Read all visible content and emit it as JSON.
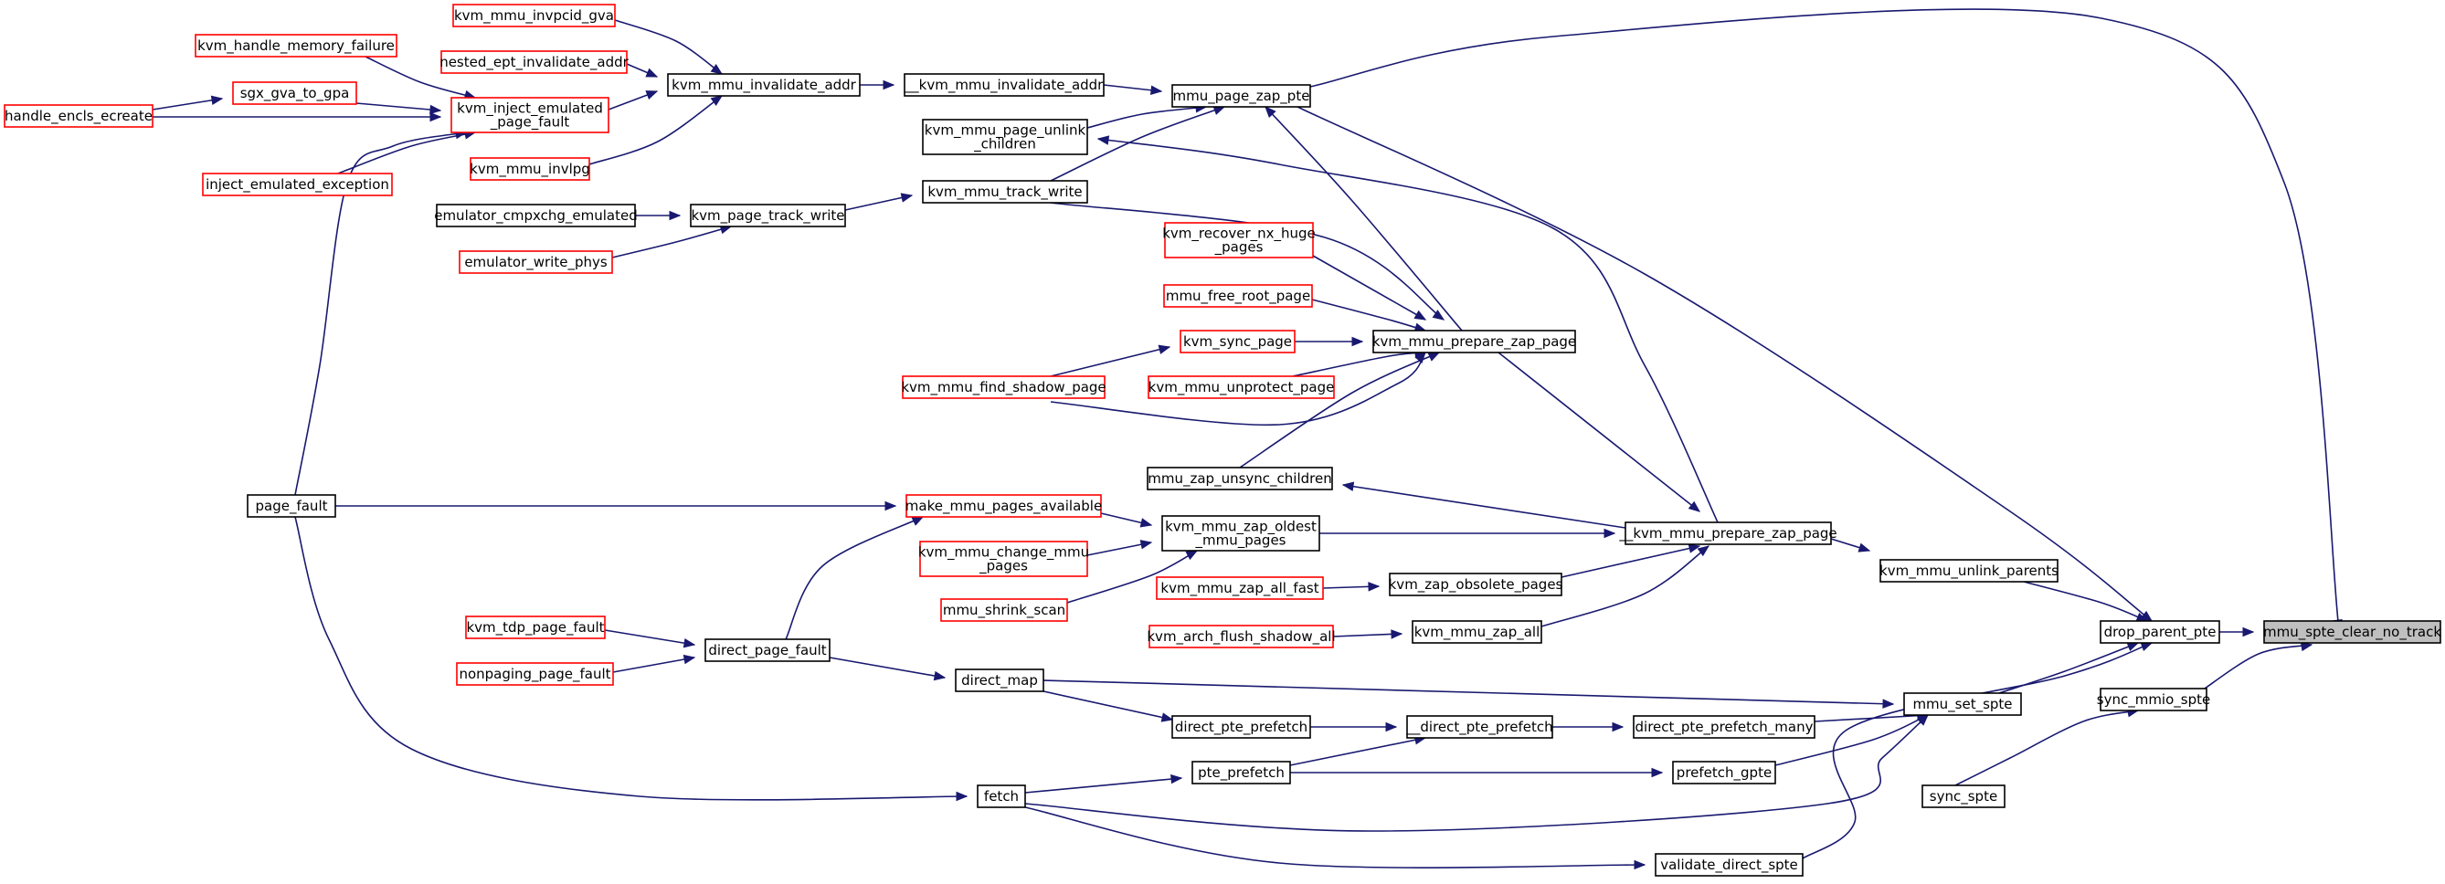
{
  "graph": {
    "title": "",
    "edge_color": "#191970",
    "colors": {
      "normal_border": "#000000",
      "truncated_border": "#ff0000",
      "root_fill": "#bfbfbf"
    },
    "nodes": [
      {
        "id": "root",
        "lines": [
          "mmu_spte_clear_no_track"
        ],
        "style": "root"
      },
      {
        "id": "drop_parent_pte",
        "lines": [
          "drop_parent_pte"
        ],
        "style": "black"
      },
      {
        "id": "sync_mmio_spte",
        "lines": [
          "sync_mmio_spte"
        ],
        "style": "black"
      },
      {
        "id": "sync_spte",
        "lines": [
          "sync_spte"
        ],
        "style": "black"
      },
      {
        "id": "mmu_page_zap_pte",
        "lines": [
          "mmu_page_zap_pte"
        ],
        "style": "black"
      },
      {
        "id": "kvm_mmu_unlink_parents",
        "lines": [
          "kvm_mmu_unlink_parents"
        ],
        "style": "black"
      },
      {
        "id": "mmu_set_spte",
        "lines": [
          "mmu_set_spte"
        ],
        "style": "black"
      },
      {
        "id": "validate_direct_spte",
        "lines": [
          "validate_direct_spte"
        ],
        "style": "black"
      },
      {
        "id": "__kvm_mmu_invalidate_addr",
        "lines": [
          "__kvm_mmu_invalidate_addr"
        ],
        "style": "black"
      },
      {
        "id": "kvm_mmu_invalidate_addr",
        "lines": [
          "kvm_mmu_invalidate_addr"
        ],
        "style": "black"
      },
      {
        "id": "kvm_mmu_invpcid_gva",
        "lines": [
          "kvm_mmu_invpcid_gva"
        ],
        "style": "red"
      },
      {
        "id": "nested_ept_invalidate_addr",
        "lines": [
          "nested_ept_invalidate_addr"
        ],
        "style": "red"
      },
      {
        "id": "kvm_inject_emulated_page_fault",
        "lines": [
          "kvm_inject_emulated",
          "_page_fault"
        ],
        "style": "red"
      },
      {
        "id": "kvm_handle_memory_failure",
        "lines": [
          "kvm_handle_memory_failure"
        ],
        "style": "red"
      },
      {
        "id": "sgx_gva_to_gpa",
        "lines": [
          "sgx_gva_to_gpa"
        ],
        "style": "red"
      },
      {
        "id": "handle_encls_ecreate",
        "lines": [
          "handle_encls_ecreate"
        ],
        "style": "red"
      },
      {
        "id": "inject_emulated_exception",
        "lines": [
          "inject_emulated_exception"
        ],
        "style": "red"
      },
      {
        "id": "page_fault",
        "lines": [
          "page_fault"
        ],
        "style": "black"
      },
      {
        "id": "kvm_mmu_invlpg",
        "lines": [
          "kvm_mmu_invlpg"
        ],
        "style": "red"
      },
      {
        "id": "kvm_mmu_page_unlink_children",
        "lines": [
          "kvm_mmu_page_unlink",
          "_children"
        ],
        "style": "black"
      },
      {
        "id": "kvm_mmu_track_write",
        "lines": [
          "kvm_mmu_track_write"
        ],
        "style": "black"
      },
      {
        "id": "kvm_page_track_write",
        "lines": [
          "kvm_page_track_write"
        ],
        "style": "black"
      },
      {
        "id": "emulator_cmpxchg_emulated",
        "lines": [
          "emulator_cmpxchg_emulated"
        ],
        "style": "black"
      },
      {
        "id": "emulator_write_phys",
        "lines": [
          "emulator_write_phys"
        ],
        "style": "red"
      },
      {
        "id": "kvm_mmu_prepare_zap_page",
        "lines": [
          "kvm_mmu_prepare_zap_page"
        ],
        "style": "black"
      },
      {
        "id": "kvm_recover_nx_huge_pages",
        "lines": [
          "kvm_recover_nx_huge",
          "_pages"
        ],
        "style": "red"
      },
      {
        "id": "mmu_free_root_page",
        "lines": [
          "mmu_free_root_page"
        ],
        "style": "red"
      },
      {
        "id": "kvm_sync_page",
        "lines": [
          "kvm_sync_page"
        ],
        "style": "red"
      },
      {
        "id": "kvm_mmu_find_shadow_page",
        "lines": [
          "kvm_mmu_find_shadow_page"
        ],
        "style": "red"
      },
      {
        "id": "kvm_mmu_unprotect_page",
        "lines": [
          "kvm_mmu_unprotect_page"
        ],
        "style": "red"
      },
      {
        "id": "mmu_zap_unsync_children",
        "lines": [
          "mmu_zap_unsync_children"
        ],
        "style": "black"
      },
      {
        "id": "__kvm_mmu_prepare_zap_page",
        "lines": [
          "__kvm_mmu_prepare_zap_page"
        ],
        "style": "black"
      },
      {
        "id": "kvm_mmu_zap_oldest_mmu_pages",
        "lines": [
          "kvm_mmu_zap_oldest",
          "_mmu_pages"
        ],
        "style": "black"
      },
      {
        "id": "make_mmu_pages_available",
        "lines": [
          "make_mmu_pages_available"
        ],
        "style": "red"
      },
      {
        "id": "kvm_mmu_change_mmu_pages",
        "lines": [
          "kvm_mmu_change_mmu",
          "_pages"
        ],
        "style": "red"
      },
      {
        "id": "mmu_shrink_scan",
        "lines": [
          "mmu_shrink_scan"
        ],
        "style": "red"
      },
      {
        "id": "kvm_zap_obsolete_pages",
        "lines": [
          "kvm_zap_obsolete_pages"
        ],
        "style": "black"
      },
      {
        "id": "kvm_mmu_zap_all_fast",
        "lines": [
          "kvm_mmu_zap_all_fast"
        ],
        "style": "red"
      },
      {
        "id": "kvm_mmu_zap_all",
        "lines": [
          "kvm_mmu_zap_all"
        ],
        "style": "black"
      },
      {
        "id": "kvm_arch_flush_shadow_all",
        "lines": [
          "kvm_arch_flush_shadow_all"
        ],
        "style": "red"
      },
      {
        "id": "direct_page_fault",
        "lines": [
          "direct_page_fault"
        ],
        "style": "black"
      },
      {
        "id": "kvm_tdp_page_fault",
        "lines": [
          "kvm_tdp_page_fault"
        ],
        "style": "red"
      },
      {
        "id": "nonpaging_page_fault",
        "lines": [
          "nonpaging_page_fault"
        ],
        "style": "red"
      },
      {
        "id": "direct_map",
        "lines": [
          "direct_map"
        ],
        "style": "black"
      },
      {
        "id": "direct_pte_prefetch",
        "lines": [
          "direct_pte_prefetch"
        ],
        "style": "black"
      },
      {
        "id": "__direct_pte_prefetch",
        "lines": [
          "__direct_pte_prefetch"
        ],
        "style": "black"
      },
      {
        "id": "direct_pte_prefetch_many",
        "lines": [
          "direct_pte_prefetch_many"
        ],
        "style": "black"
      },
      {
        "id": "pte_prefetch",
        "lines": [
          "pte_prefetch"
        ],
        "style": "black"
      },
      {
        "id": "prefetch_gpte",
        "lines": [
          "prefetch_gpte"
        ],
        "style": "black"
      },
      {
        "id": "fetch",
        "lines": [
          "fetch"
        ],
        "style": "black"
      }
    ],
    "edges": [
      {
        "from": "drop_parent_pte",
        "to": "root"
      },
      {
        "from": "sync_mmio_spte",
        "to": "root"
      },
      {
        "from": "mmu_page_zap_pte",
        "to": "root"
      },
      {
        "from": "sync_spte",
        "to": "sync_mmio_spte"
      },
      {
        "from": "kvm_mmu_unlink_parents",
        "to": "drop_parent_pte"
      },
      {
        "from": "mmu_set_spte",
        "to": "drop_parent_pte"
      },
      {
        "from": "validate_direct_spte",
        "to": "drop_parent_pte"
      },
      {
        "from": "mmu_page_zap_pte",
        "to": "drop_parent_pte"
      },
      {
        "from": "__kvm_mmu_invalidate_addr",
        "to": "mmu_page_zap_pte"
      },
      {
        "from": "kvm_mmu_page_unlink_children",
        "to": "mmu_page_zap_pte"
      },
      {
        "from": "kvm_mmu_track_write",
        "to": "mmu_page_zap_pte"
      },
      {
        "from": "kvm_mmu_invalidate_addr",
        "to": "__kvm_mmu_invalidate_addr"
      },
      {
        "from": "kvm_mmu_invpcid_gva",
        "to": "kvm_mmu_invalidate_addr"
      },
      {
        "from": "nested_ept_invalidate_addr",
        "to": "kvm_mmu_invalidate_addr"
      },
      {
        "from": "kvm_inject_emulated_page_fault",
        "to": "kvm_mmu_invalidate_addr"
      },
      {
        "from": "kvm_mmu_invlpg",
        "to": "kvm_mmu_invalidate_addr"
      },
      {
        "from": "kvm_handle_memory_failure",
        "to": "kvm_inject_emulated_page_fault"
      },
      {
        "from": "sgx_gva_to_gpa",
        "to": "kvm_inject_emulated_page_fault"
      },
      {
        "from": "handle_encls_ecreate",
        "to": "kvm_inject_emulated_page_fault"
      },
      {
        "from": "inject_emulated_exception",
        "to": "kvm_inject_emulated_page_fault"
      },
      {
        "from": "page_fault",
        "to": "kvm_inject_emulated_page_fault"
      },
      {
        "from": "handle_encls_ecreate",
        "to": "sgx_gva_to_gpa"
      },
      {
        "from": "kvm_page_track_write",
        "to": "kvm_mmu_track_write"
      },
      {
        "from": "emulator_cmpxchg_emulated",
        "to": "kvm_page_track_write"
      },
      {
        "from": "emulator_write_phys",
        "to": "kvm_page_track_write"
      },
      {
        "from": "kvm_mmu_prepare_zap_page",
        "to": "mmu_page_zap_pte"
      },
      {
        "from": "__kvm_mmu_prepare_zap_page",
        "to": "kvm_mmu_page_unlink_children"
      },
      {
        "from": "__kvm_mmu_prepare_zap_page",
        "to": "kvm_mmu_unlink_parents"
      },
      {
        "from": "__kvm_mmu_prepare_zap_page",
        "to": "mmu_zap_unsync_children"
      },
      {
        "from": "kvm_mmu_track_write",
        "to": "kvm_mmu_prepare_zap_page"
      },
      {
        "from": "kvm_recover_nx_huge_pages",
        "to": "kvm_mmu_prepare_zap_page"
      },
      {
        "from": "mmu_free_root_page",
        "to": "kvm_mmu_prepare_zap_page"
      },
      {
        "from": "kvm_sync_page",
        "to": "kvm_mmu_prepare_zap_page"
      },
      {
        "from": "kvm_mmu_find_shadow_page",
        "to": "kvm_mmu_prepare_zap_page"
      },
      {
        "from": "kvm_mmu_unprotect_page",
        "to": "kvm_mmu_prepare_zap_page"
      },
      {
        "from": "mmu_zap_unsync_children",
        "to": "kvm_mmu_prepare_zap_page"
      },
      {
        "from": "kvm_mmu_find_shadow_page",
        "to": "kvm_sync_page"
      },
      {
        "from": "kvm_mmu_prepare_zap_page",
        "to": "__kvm_mmu_prepare_zap_page"
      },
      {
        "from": "kvm_mmu_zap_oldest_mmu_pages",
        "to": "__kvm_mmu_prepare_zap_page"
      },
      {
        "from": "kvm_zap_obsolete_pages",
        "to": "__kvm_mmu_prepare_zap_page"
      },
      {
        "from": "kvm_mmu_zap_all",
        "to": "__kvm_mmu_prepare_zap_page"
      },
      {
        "from": "make_mmu_pages_available",
        "to": "kvm_mmu_zap_oldest_mmu_pages"
      },
      {
        "from": "kvm_mmu_change_mmu_pages",
        "to": "kvm_mmu_zap_oldest_mmu_pages"
      },
      {
        "from": "mmu_shrink_scan",
        "to": "kvm_mmu_zap_oldest_mmu_pages"
      },
      {
        "from": "page_fault",
        "to": "make_mmu_pages_available"
      },
      {
        "from": "direct_page_fault",
        "to": "make_mmu_pages_available"
      },
      {
        "from": "kvm_mmu_zap_all_fast",
        "to": "kvm_zap_obsolete_pages"
      },
      {
        "from": "kvm_arch_flush_shadow_all",
        "to": "kvm_mmu_zap_all"
      },
      {
        "from": "kvm_tdp_page_fault",
        "to": "direct_page_fault"
      },
      {
        "from": "nonpaging_page_fault",
        "to": "direct_page_fault"
      },
      {
        "from": "direct_page_fault",
        "to": "direct_map"
      },
      {
        "from": "direct_map",
        "to": "mmu_set_spte"
      },
      {
        "from": "direct_map",
        "to": "direct_pte_prefetch"
      },
      {
        "from": "direct_pte_prefetch",
        "to": "__direct_pte_prefetch"
      },
      {
        "from": "pte_prefetch",
        "to": "__direct_pte_prefetch"
      },
      {
        "from": "__direct_pte_prefetch",
        "to": "direct_pte_prefetch_many"
      },
      {
        "from": "direct_pte_prefetch_many",
        "to": "mmu_set_spte"
      },
      {
        "from": "pte_prefetch",
        "to": "prefetch_gpte"
      },
      {
        "from": "prefetch_gpte",
        "to": "mmu_set_spte"
      },
      {
        "from": "fetch",
        "to": "pte_prefetch"
      },
      {
        "from": "fetch",
        "to": "mmu_set_spte"
      },
      {
        "from": "fetch",
        "to": "validate_direct_spte"
      },
      {
        "from": "page_fault",
        "to": "fetch"
      }
    ]
  }
}
